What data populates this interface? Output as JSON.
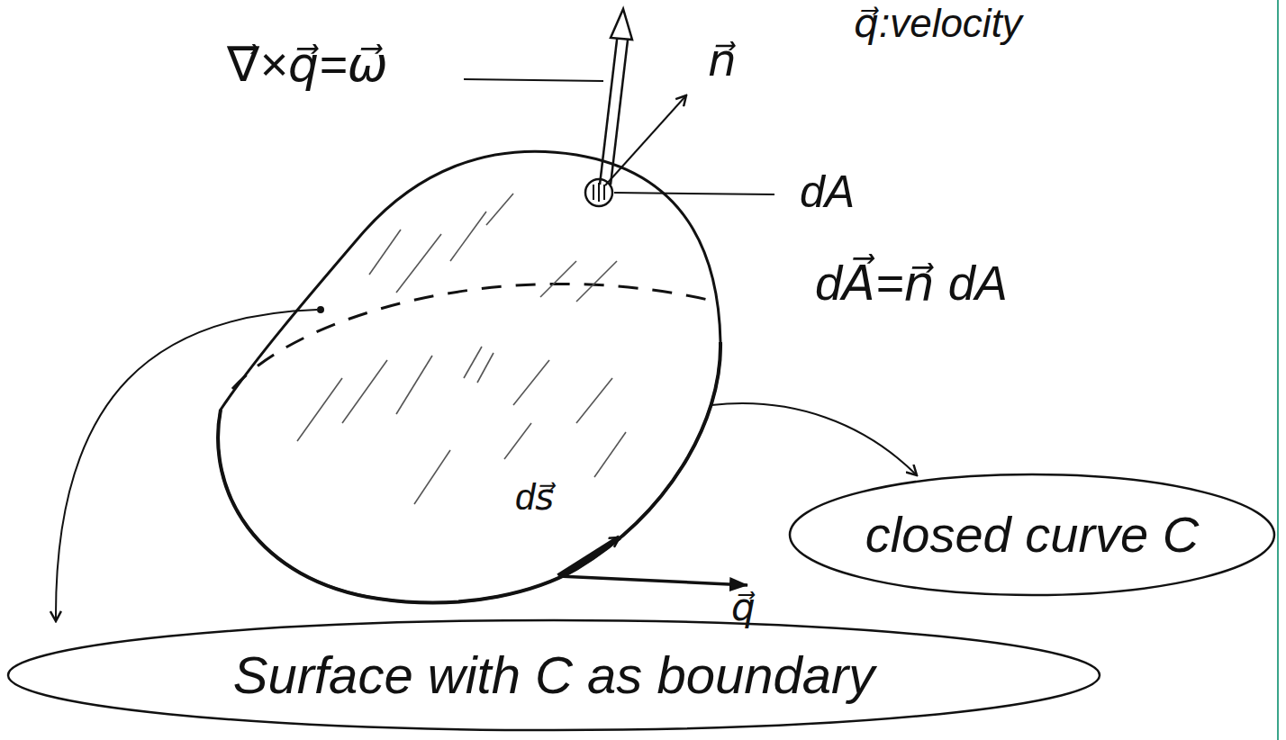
{
  "diagram": {
    "nodes": [
      {
        "text": [
          "closed curve C"
        ]
      },
      {
        "text": [
          "Surface with C as boundary"
        ]
      }
    ],
    "labels": [
      "q⃗:velocity",
      "∇⃗×q⃗=ω⃗",
      "n⃗",
      "dA",
      "dA⃗=n⃗ dA",
      "ds⃗",
      "q⃗"
    ]
  }
}
